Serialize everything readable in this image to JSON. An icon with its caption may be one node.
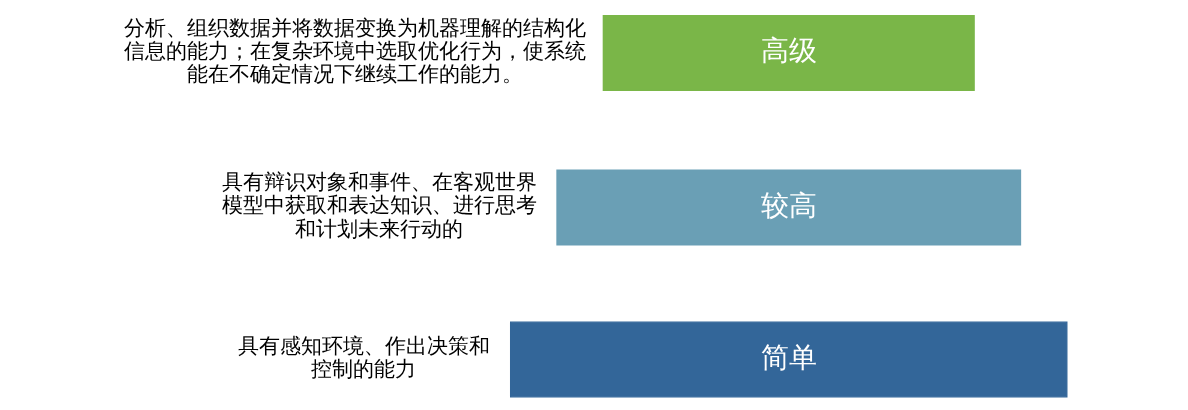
{
  "diagram": {
    "nodes": [
      {
        "text": [
          "高级"
        ],
        "beside": [
          "分析、组织数据并将数据变换为机器理解的结构化信息的能力；在复杂环境中选取优化行为，使系统能在不确定情况下继续工作的能力。"
        ]
      },
      {
        "text": [
          "较高"
        ],
        "beside": [
          "具有辩识对象和事件、在客观世界模型中获取和表达知识、进行思考和计划未来行动的"
        ]
      },
      {
        "text": [
          "简单"
        ],
        "beside": [
          "具有感知环境、作出决策和控制的能力"
        ]
      }
    ]
  }
}
